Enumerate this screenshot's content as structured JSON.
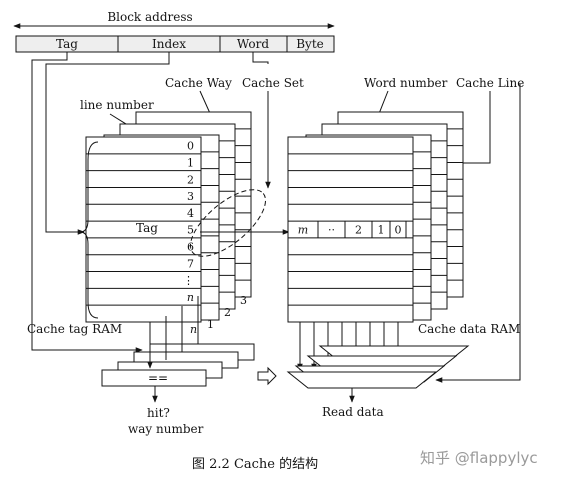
{
  "block_address": {
    "title": "Block address",
    "fields": [
      "Tag",
      "Index",
      "Word",
      "Byte"
    ]
  },
  "labels": {
    "cache_way": "Cache Way",
    "cache_set": "Cache Set",
    "line_number": "line number",
    "word_number": "Word number",
    "cache_line": "Cache Line",
    "tag": "Tag",
    "cache_tag_ram": "Cache tag RAM",
    "cache_data_ram": "Cache data RAM",
    "read_data": "Read data",
    "hit": "hit?",
    "way_number": "way number",
    "equals": "=="
  },
  "tag_ram": {
    "row_numbers": [
      "0",
      "1",
      "2",
      "3",
      "4",
      "5",
      "6",
      "7",
      "⋮",
      "n"
    ],
    "way_numbers": [
      "1",
      "2",
      "3"
    ],
    "bottom_n": "n"
  },
  "data_ram": {
    "word_cells": [
      "m",
      "··",
      "2",
      "1",
      "0"
    ]
  },
  "caption": {
    "text": "图 2.2   Cache 的结构"
  },
  "watermark": {
    "text": "知乎 @flappylyc"
  }
}
